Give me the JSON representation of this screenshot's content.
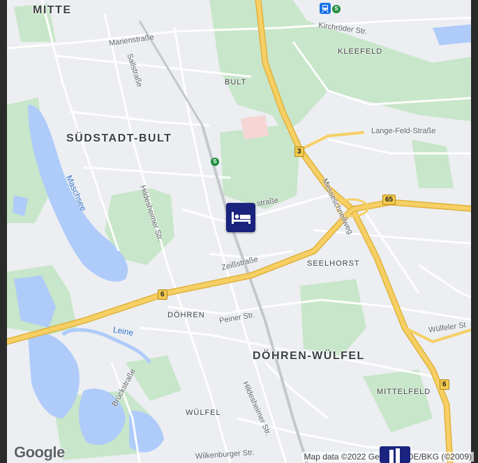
{
  "map": {
    "districts": {
      "mitte": "MITTE",
      "suedstadt_bult": "SÜDSTADT-BULT",
      "doehren_wuelfel": "DÖHREN-WÜLFEL"
    },
    "neighborhoods": {
      "bult": "BULT",
      "kleefeld": "KLEEFELD",
      "seelhorst": "SEELHORST",
      "doehren": "DÖHREN",
      "mittelfeld": "MITTELFELD",
      "wuelfel": "WÜLFEL"
    },
    "streets": {
      "marienstrasse": "Marienstraße",
      "sallstrasse": "Sallstraße",
      "kirchroeder": "Kirchröder Str.",
      "lange_feld": "Lange-Feld-Straße",
      "messeschnellweg": "Messeschnellweg",
      "hildesheimer_1": "Hildesheimer Str.",
      "hildesheimer_2": "Hildesheimer Str.",
      "strasse_partial": "straße",
      "zeissstrasse": "Zeißstraße",
      "peiner": "Peiner Str.",
      "wuelfeler": "Wülfeler St",
      "brueckstrasse": "Brückstraße",
      "wilkenburger": "Wilkenburger Str."
    },
    "water": {
      "maschsee": "Maschsee",
      "leine": "Leine"
    },
    "shields": {
      "b3": "3",
      "b65": "65",
      "b6_west": "6",
      "b6_east": "6"
    },
    "attribution": "Map data ©2022 GeoBasis-DE/BKG (©2009)",
    "logo": "Google"
  },
  "colors": {
    "background": "#eceef1",
    "park": "#c8e6c9",
    "water": "#aecbfa",
    "highway": "#f6cf65",
    "hotel_marker": "#1a237e"
  },
  "icons": {
    "hotel": "bed-icon",
    "station": "train-station-icon",
    "rail": "s-bahn-icon"
  }
}
